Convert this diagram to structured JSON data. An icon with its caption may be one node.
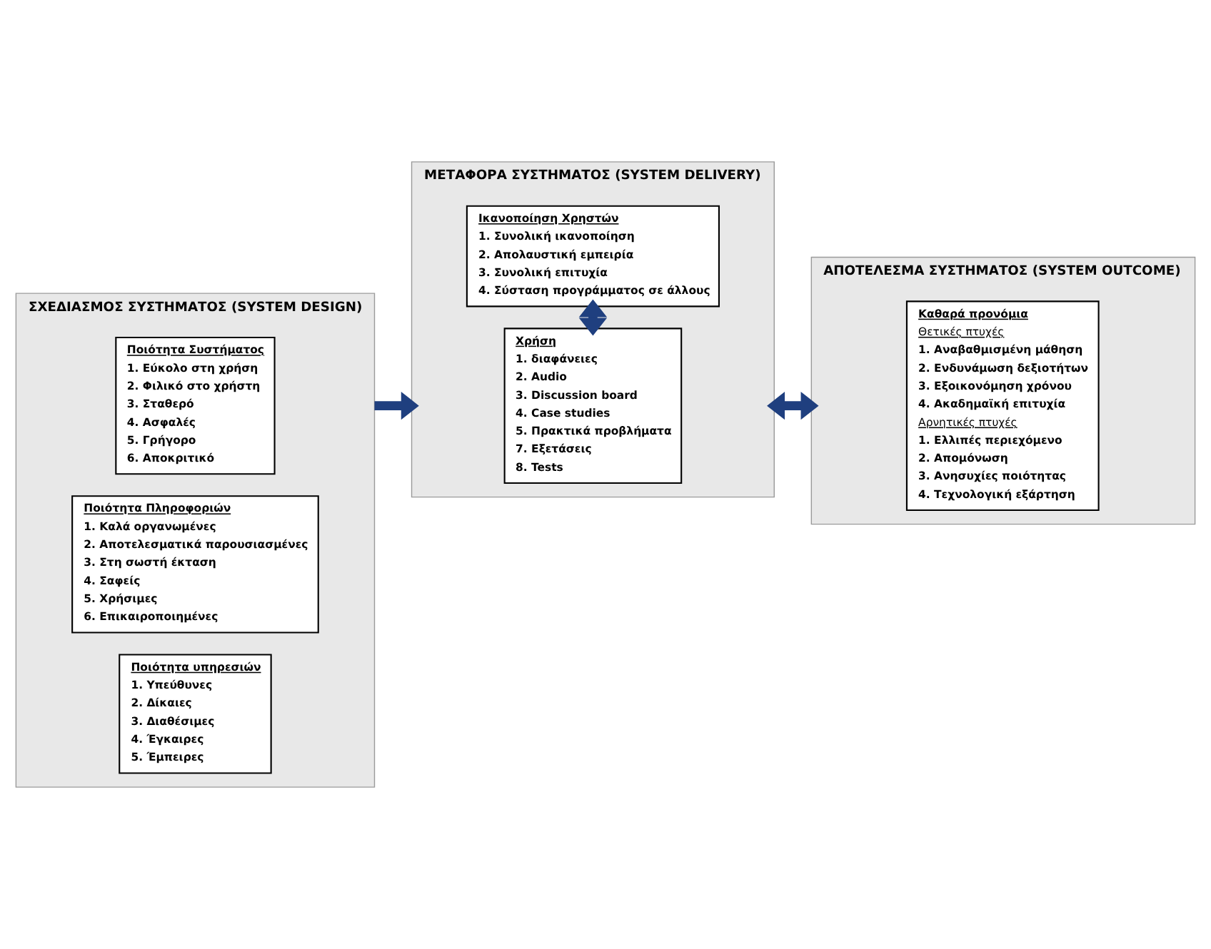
{
  "diagram": {
    "nodes": [
      {
        "text": [
          "ΣΧΕΔΙΑΣΜΟΣ ΣΥΣΤΗΜΑΤΟΣ (SYSTEM DESIGN)"
        ]
      },
      {
        "text": [
          "Ποιότητα Συστήματος",
          "1. Εύκολο στη χρήση",
          "2. Φιλικό στο χρήστη",
          "3. Σταθερό",
          "4. Ασφαλές",
          "5. Γρήγορο",
          "6. Αποκριτικό"
        ],
        "in": 0
      },
      {
        "text": [
          "Ποιότητα Πληροφοριών",
          "1. Καλά οργανωμένες",
          "2. Αποτελεσματικά παρουσιασμένες",
          "3. Στη σωστή έκταση",
          "4. Σαφείς",
          "5. Χρήσιμες",
          "6. Επικαιροποιημένες"
        ],
        "in": 0
      },
      {
        "text": [
          "Ποιότητα υπηρεσιών",
          "1. Υπεύθυνες",
          "2. Δίκαιες",
          "3. Διαθέσιμες",
          "4. Έγκαιρες",
          "5. Έμπειρες"
        ],
        "in": 0
      },
      {
        "text": [
          "ΜΕΤΑΦΟΡΑ ΣΥΣΤΗΜΑΤΟΣ (SYSTEM DELIVERY)"
        ]
      },
      {
        "text": [
          "Χρήση",
          "1. διαφάνειες",
          "2. Audio",
          "3. Discussion board",
          "4. Case studies",
          "5. Πρακτικά προβλήματα",
          "7. Εξετάσεις",
          "8. Tests"
        ],
        "in": 4
      },
      {
        "text": [
          "Ικανοποίηση Χρηστών",
          "1. Συνολική ικανοποίηση",
          "2. Απολαυστική εμπειρία",
          "3. Συνολική επιτυχία",
          "4. Σύσταση προγράμματος σε άλλους"
        ],
        "in": 4
      },
      {
        "text": [
          "ΑΠΟΤΕΛΕΣΜΑ ΣΥΣΤΗΜΑΤΟΣ (SYSTEM OUTCOME)"
        ]
      },
      {
        "text": [
          "Καθαρά προνόμια",
          "Θετικές πτυχές",
          "1. Αναβαθμισμένη μάθηση",
          "2. Ενδυνάμωση δεξιοτήτων",
          "3. Εξοικονόμηση χρόνου",
          "4. Ακαδημαϊκή επιτυχία",
          "Αρνητικές πτυχές",
          "1. Ελλιπές περιεχόμενο",
          "2. Απομόνωση",
          "3. Ανησυχίες ποιότητας",
          "4. Τεχνολογική εξάρτηση"
        ],
        "in": 7
      }
    ],
    "edges": [
      {
        "from": 0,
        "to": 4,
        "arrow": "to"
      },
      {
        "from": 4,
        "to": 7,
        "arrow": "both"
      },
      {
        "from": 5,
        "to": 6,
        "arrow": "both"
      }
    ]
  }
}
